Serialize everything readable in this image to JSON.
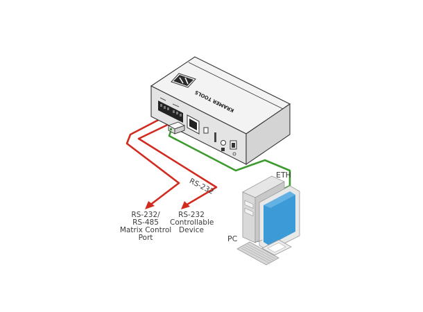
{
  "diagram": {
    "device": {
      "name": "KRAMER TOOLS",
      "body_color": "#efefef",
      "outline_color": "#333333"
    },
    "pc": {
      "label": "PC",
      "screen_color": "#3c9bd6"
    },
    "connections": [
      {
        "id": "matrix",
        "label": "",
        "color": "#d32a1e"
      },
      {
        "id": "rs232-device",
        "label": "RS-232",
        "color": "#d32a1e"
      },
      {
        "id": "eth",
        "label": "ETH",
        "color": "#3c9a2e"
      }
    ],
    "endpoints": {
      "matrix_port": {
        "lines": [
          "RS-232/",
          "RS-485",
          "Matrix Control",
          "Port"
        ]
      },
      "controllable_device": {
        "lines": [
          "RS-232",
          "Controllable",
          "Device"
        ]
      }
    }
  }
}
